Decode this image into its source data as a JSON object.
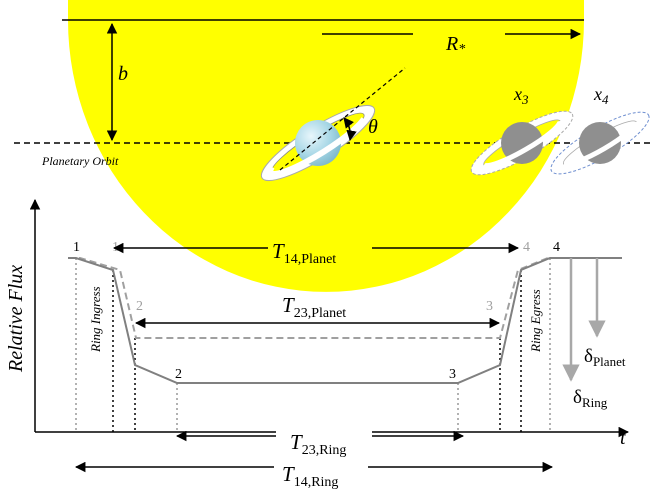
{
  "labels": {
    "b": "b",
    "r_star_main": "R",
    "r_star_sub": "*",
    "theta": "θ",
    "x3_main": "x",
    "x3_sub": "3",
    "x4_main": "x",
    "x4_sub": "4",
    "planetary_orbit": "Planetary Orbit",
    "relative_flux": "Relative Flux",
    "t_axis": "t",
    "ring_ingress": "Ring Ingress",
    "ring_egress": "Ring Egress",
    "t14_planet_main": "T",
    "t14_planet_sub": "14,Planet",
    "t23_planet_main": "T",
    "t23_planet_sub": "23,Planet",
    "t23_ring_main": "T",
    "t23_ring_sub": "23,Ring",
    "t14_ring_main": "T",
    "t14_ring_sub": "14,Ring",
    "delta_planet_main": "δ",
    "delta_planet_sub": "Planet",
    "delta_ring_main": "δ",
    "delta_ring_sub": "Ring",
    "contact_1_ring": "1",
    "contact_1_planet": "1",
    "contact_2_planet": "2",
    "contact_2_ring": "2",
    "contact_3_planet": "3",
    "contact_3_ring": "3",
    "contact_4_planet": "4",
    "contact_4_ring": "4"
  },
  "colors": {
    "star": "#ffff00",
    "ring_curve": "#808080",
    "planet_curve": "#a0a0a0",
    "delta_arrow": "#a8a8a8",
    "planet_body": "#a7d7e6",
    "ring_shadow_body": "#8f8f8f"
  }
}
